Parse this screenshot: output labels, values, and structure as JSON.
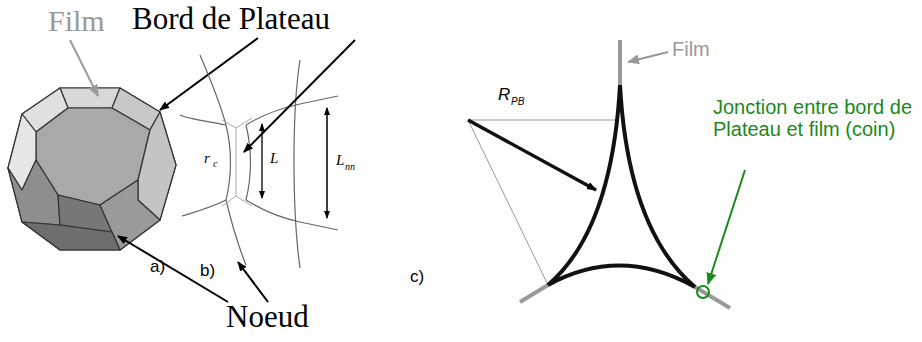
{
  "diagram": {
    "labels": [
      "Film",
      "Bord de Plateau",
      "a)",
      "r",
      "c",
      "L",
      "L",
      "nn",
      "b)",
      "Noeud",
      "R",
      "PB",
      "Film",
      "Jonction entre bord de Plateau et film (coin)",
      "c)"
    ]
  }
}
